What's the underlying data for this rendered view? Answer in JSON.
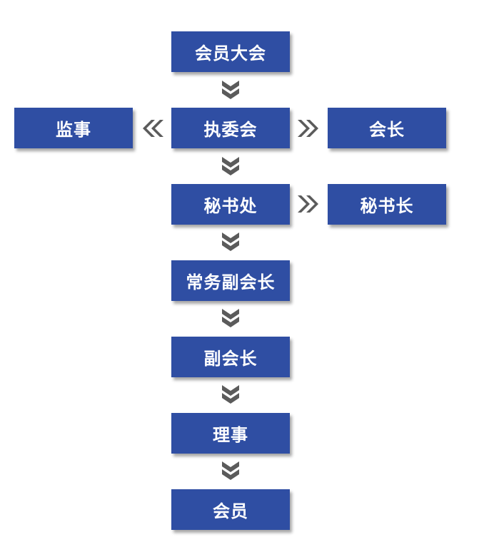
{
  "nodes": {
    "general_assembly": "会员大会",
    "executive_committee": "执委会",
    "supervisor": "监事",
    "president": "会长",
    "secretariat": "秘书处",
    "secretary_general": "秘书长",
    "executive_vice_president": "常务副会长",
    "vice_president": "副会长",
    "director": "理事",
    "member": "会员"
  },
  "colors": {
    "box_fill": "#2f4ea3",
    "arrow_fill": "#5b5b5b",
    "text": "#ffffff"
  },
  "icons": {
    "down_arrow": "double-chevron-down-icon",
    "right_arrow": "double-chevron-right-icon",
    "left_arrow": "double-chevron-left-icon"
  }
}
